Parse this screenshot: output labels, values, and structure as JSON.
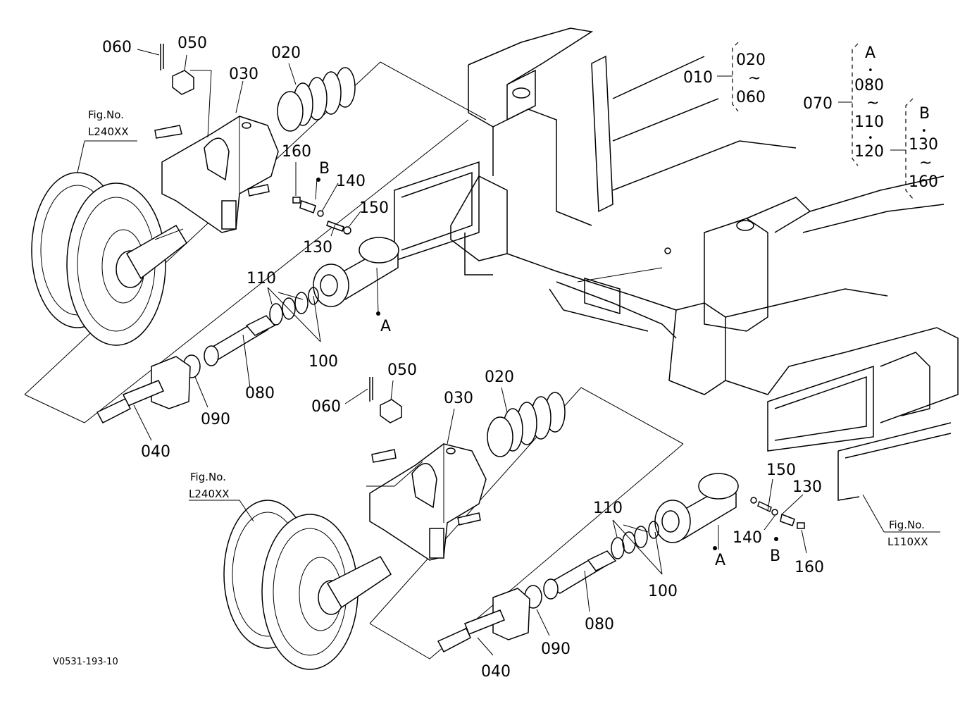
{
  "diagram_code": "V0531-193-10",
  "tree": {
    "first": {
      "no": "010",
      "from": "020",
      "tilde": "~",
      "to": "060"
    },
    "second": {
      "no": "070",
      "letter": "A",
      "dot": "•",
      "a": "080",
      "tilde": "~",
      "b": "110",
      "c": "120",
      "sub": {
        "letter": "B",
        "dot": "•",
        "from": "130",
        "tilde": "~",
        "to": "160"
      }
    }
  },
  "fig_refs": [
    {
      "label": "Fig.No.",
      "code": "L240XX"
    },
    {
      "label": "Fig.No.",
      "code": "L240XX"
    },
    {
      "label": "Fig.No.",
      "code": "L110XX"
    }
  ],
  "upper_callouts": [
    "060",
    "050",
    "030",
    "020",
    "160",
    "B",
    "140",
    "150",
    "130",
    "110",
    "A",
    "100",
    "080",
    "090",
    "040"
  ],
  "lower_callouts": [
    "060",
    "050",
    "030",
    "020",
    "110",
    "150",
    "130",
    "140",
    "B",
    "160",
    "A",
    "100",
    "080",
    "090",
    "040"
  ]
}
